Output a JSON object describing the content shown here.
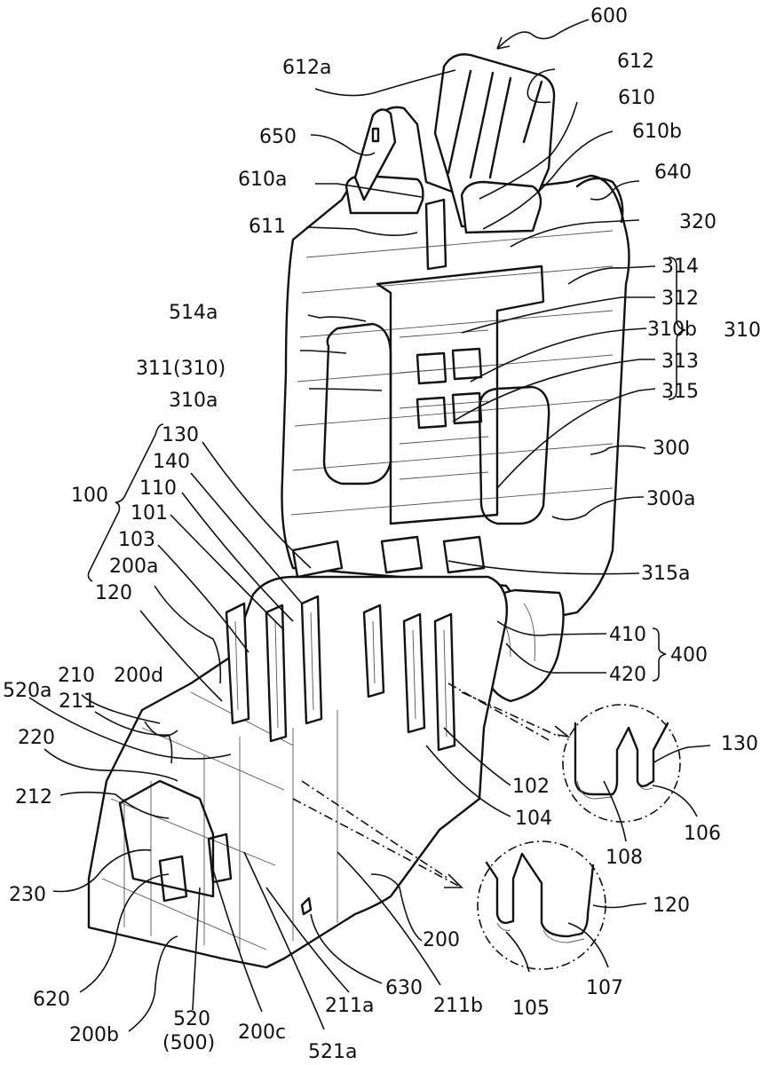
{
  "figure": {
    "title_ref": "600",
    "labels": {
      "l600": "600",
      "l612a": "612a",
      "l612": "612",
      "l610": "610",
      "l650": "650",
      "l610b": "610b",
      "l610a": "610a",
      "l640": "640",
      "l611": "611",
      "l320": "320",
      "l314": "314",
      "l312": "312",
      "l310b": "310b",
      "l313": "313",
      "l315": "315",
      "l310": "310",
      "l514a": "514a",
      "l311": "311(310)",
      "l310a": "310a",
      "l300": "300",
      "l300a": "300a",
      "l130": "130",
      "l140": "140",
      "l110": "110",
      "l100": "100",
      "l101": "101",
      "l103": "103",
      "l200a": "200a",
      "l120": "120",
      "l315a": "315a",
      "l410": "410",
      "l420": "420",
      "l400": "400",
      "l210": "210",
      "l200d": "200d",
      "l520a": "520a",
      "l211": "211",
      "l220": "220",
      "l212": "212",
      "l230": "230",
      "l102": "102",
      "l104": "104",
      "l130b": "130",
      "l108": "108",
      "l106": "106",
      "l120b": "120",
      "l105": "105",
      "l107": "107",
      "l200": "200",
      "l620": "620",
      "l200b": "200b",
      "l520": "520",
      "l500": "(500)",
      "l200c": "200c",
      "l521a": "521a",
      "l211a": "211a",
      "l630": "630",
      "l211b": "211b"
    }
  }
}
